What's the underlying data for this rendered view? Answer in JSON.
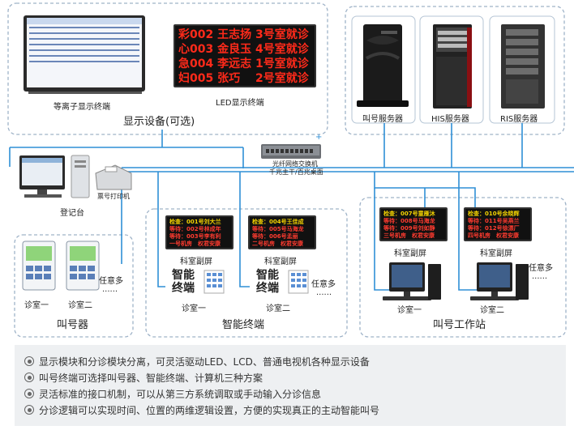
{
  "display_group": {
    "caption": "显示设备(可选)",
    "monitor_label": "等离子显示终端",
    "led_label": "LED显示终端",
    "led_rows": [
      "彩002 王志扬 3号室就诊",
      "心003 金良玉 4号室就诊",
      "急004 李远志 1号室就诊",
      "妇005 张巧　 2号室就诊"
    ]
  },
  "servers": {
    "call": "叫号服务器",
    "his": "HIS服务器",
    "ris": "RIS服务器"
  },
  "switch": {
    "line1": "光纤网络交换机",
    "line2": "千兆主干/百兆桌面"
  },
  "registration": {
    "caption": "登记台",
    "printer": "票号打印机"
  },
  "caller": {
    "caption": "叫号器",
    "room1": "诊室一",
    "room2": "诊室二",
    "more": "任意多",
    "dots": "......"
  },
  "smart": {
    "caption": "智能终端",
    "panel_label": "科室副屏",
    "terminal_text": "智能终端",
    "room1": "诊室一",
    "room2": "诊室二",
    "more": "任意多",
    "dots": "......",
    "panel1": [
      "检查：001号刘大兰",
      "等待：002号林成年",
      "等待：003号李有利",
      "一号机房　权君安康"
    ],
    "panel2": [
      "检查：004号王佳成",
      "等待：005号马海龙",
      "等待：006号孟丽",
      "二号机房　权君安康"
    ]
  },
  "workstation": {
    "caption": "叫号工作站",
    "panel_label": "科室副屏",
    "room1": "诊室一",
    "room2": "诊室二",
    "more": "任意多",
    "dots": "......",
    "panel1": [
      "检查：007号童雁沐",
      "等待：008号马海龙",
      "等待：009号刘如静",
      "三号机房　权君安康"
    ],
    "panel2": [
      "检查：010号余晓辉",
      "等待：011号吴燕兰",
      "等待：012号徐漂厂",
      "四号机房　权君安康"
    ]
  },
  "features": [
    "显示模块和分诊模块分离，可灵活驱动LED、LCD、普通电视机各种显示设备",
    "叫号终端可选择叫号器、智能终端、计算机三种方案",
    "灵活标准的接口机制，可以从第三方系统调取或手动输入分诊信息",
    "分诊逻辑可以实现时间、位置的两维逻辑设置，方便的实现真正的主动智能叫号"
  ],
  "colors": {
    "network": "#2f8fd6",
    "led_red": "#ff2a1a",
    "panel_yellow": "#f4d300",
    "panel_red": "#ff3b2f",
    "dashed": "#9fb3c8"
  }
}
